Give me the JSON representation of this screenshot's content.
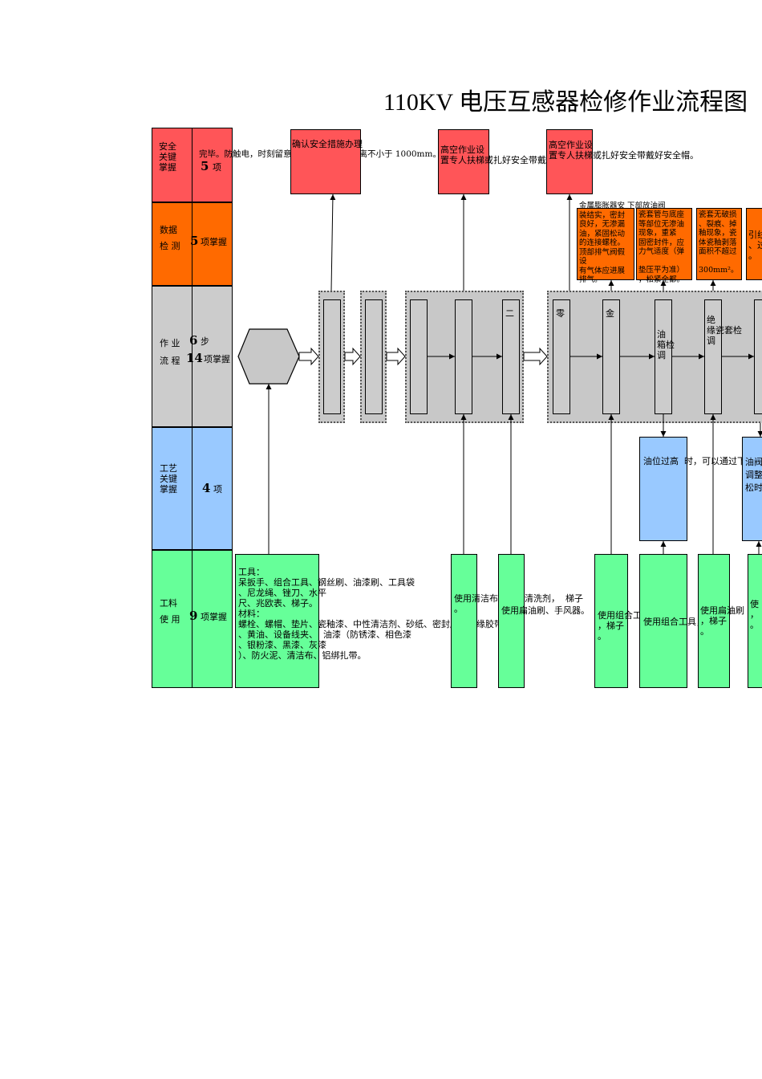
{
  "title": "110KV 电压互感器检修作业流程图",
  "rows": {
    "safety": {
      "label": "安全\n关键\n掌握",
      "count": "5",
      "unit": "项"
    },
    "data": {
      "label": "数据\n检 测",
      "count": "5",
      "unit": "项掌握"
    },
    "flow": {
      "label": "作 业\n流 程",
      "count1": "6",
      "unit1": "步",
      "count2": "14",
      "unit2": "项掌握"
    },
    "process": {
      "label": "工艺\n关键\n掌握",
      "count": "4",
      "unit": "项"
    },
    "tools": {
      "label": "工料\n使 用",
      "count": "9",
      "unit": "项掌握"
    }
  },
  "safety_texts": {
    "t1": "完毕。防触电，时刻留意与带电局部安全距离不小于 1000mm。",
    "t2": "确认安全措施办理",
    "t3": "高空作业设\n置专人扶梯或扎好安全带戴好安全帽。",
    "t4": "高空作业设\n置专人扶梯或扎好安全带戴好安全帽。"
  },
  "data_texts": {
    "d1": "金属膨胀器安 下部放油阀\n装结实，密封\n良好，无渗漏\n油，紧固松动\n的连接螺栓。\n顶部排气阀假\n设\n有气体应进展\n排气。",
    "d2": "瓷套管与底座\n等部位无渗油\n现象，重紧\n固密封件，应\n力气适度（弹\n\n垫压平为准）\n，松紧全都。",
    "d3": "瓷套无破损\n、裂痕、掉\n釉现象，瓷\n体瓷釉剥落\n面积不超过\n\n300mm²。",
    "d4": "引线\n、过\n。"
  },
  "flow_labels": {
    "s1": "二",
    "s2": "零",
    "s3": "金",
    "s4": "油\n箱检\n调",
    "s5": "绝\n缘瓷套检\n调"
  },
  "process_texts": {
    "p1": "油位过高  时，可以通过下部放",
    "p2": "油阀\n调整\n松时"
  },
  "tool_texts": {
    "g1": "工具：\n呆扳手、组合工具、钢丝刷、油漆刷、工具袋\n、尼龙绳、锉刀、水平\n尺、兆欧表、梯子。\n材料：\n螺栓、螺帽、垫片、瓷釉漆、中性清洁剂、砂纸、密封胶、绝缘胶带\n、黄油、设备线夹、  油漆（防锈漆、相色漆\n、银粉漆、黑漆、灰漆\n）、防火泥、清洁布、铝绑扎带。",
    "g2": "使用清洁布或中性清洗剂，  梯子\n。",
    "g3": "使用扁油刷、手风器。",
    "g4": "使用组合工具\n，梯子\n。",
    "g5": "使用组合工具，",
    "g6": "使用扁油刷\n，梯子\n。",
    "g7": "使\n，\n。"
  },
  "colors": {
    "red": "#ff5558",
    "orange": "#ff6a00",
    "gray": "#cccccc",
    "blue": "#99c9ff",
    "green": "#66ff99"
  }
}
